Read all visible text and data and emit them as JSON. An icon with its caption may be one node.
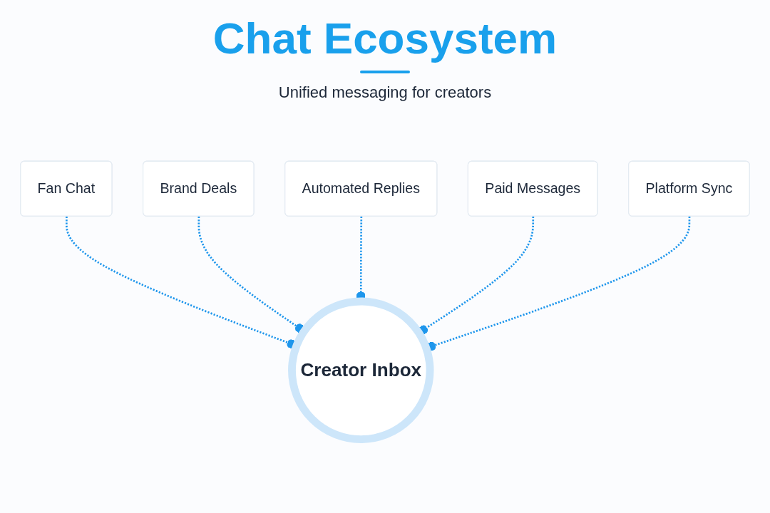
{
  "diagram": {
    "title": "Chat Ecosystem",
    "nodes": [
      {
        "text": [
          "Fan Chat"
        ]
      },
      {
        "text": [
          "Brand Deals"
        ]
      },
      {
        "text": [
          "Creator Inbox"
        ]
      },
      {
        "text": [
          "Automated Replies"
        ]
      },
      {
        "text": [
          "Paid Messages"
        ]
      },
      {
        "text": [
          "Platform Sync"
        ]
      }
    ],
    "edges": [
      {
        "from": 0,
        "to": 2,
        "arrow": "other",
        "style": "dashed"
      },
      {
        "from": 1,
        "to": 2,
        "arrow": "other",
        "style": "dashed"
      },
      {
        "from": 3,
        "to": 2,
        "arrow": "other",
        "style": "dashed"
      },
      {
        "from": 4,
        "to": 2,
        "arrow": "other",
        "style": "dashed"
      },
      {
        "from": 5,
        "to": 2,
        "arrow": "other",
        "style": "dashed"
      }
    ],
    "labels": [
      "Unified messaging for creators"
    ]
  }
}
